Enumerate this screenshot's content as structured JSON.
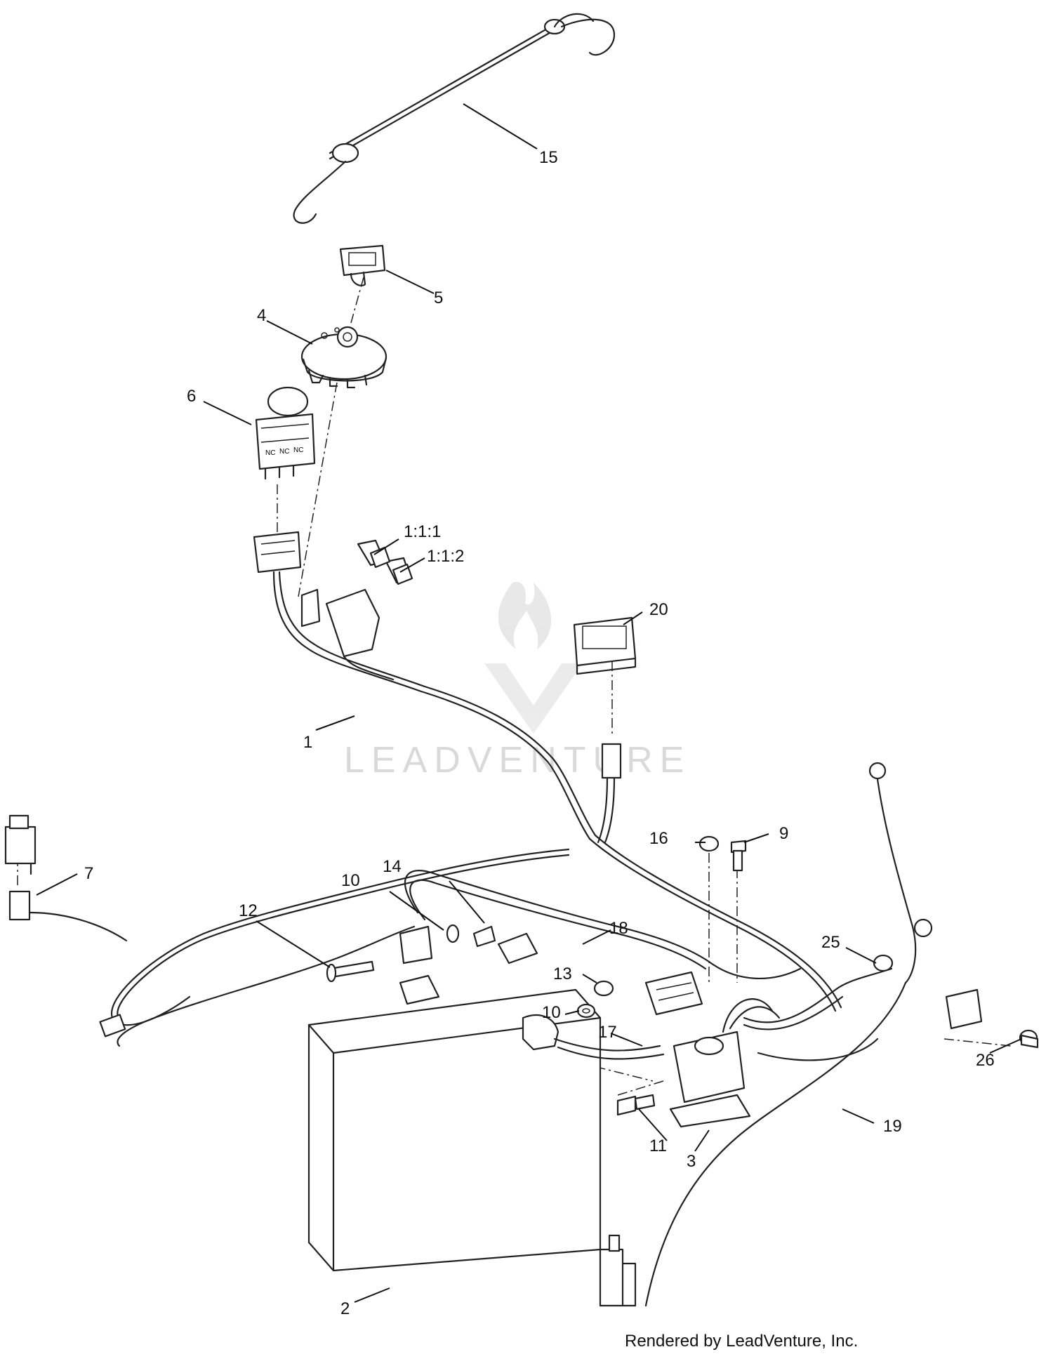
{
  "watermark": {
    "text": "LEADVENTURE"
  },
  "footer": {
    "text": "Rendered by LeadVenture, Inc."
  },
  "switch_labels": {
    "nc1": "NC",
    "nc2": "NC",
    "nc3": "NC"
  },
  "callouts": {
    "c15": "15",
    "c5": "5",
    "c4": "4",
    "c6": "6",
    "c111": "1:1:1",
    "c112": "1:1:2",
    "c20": "20",
    "c1": "1",
    "c7": "7",
    "c14": "14",
    "c10a": "10",
    "c12": "12",
    "c18": "18",
    "c16": "16",
    "c9": "9",
    "c25": "25",
    "c13": "13",
    "c10b": "10",
    "c17": "17",
    "c26": "26",
    "c19": "19",
    "c11": "11",
    "c3": "3",
    "c2": "2"
  }
}
